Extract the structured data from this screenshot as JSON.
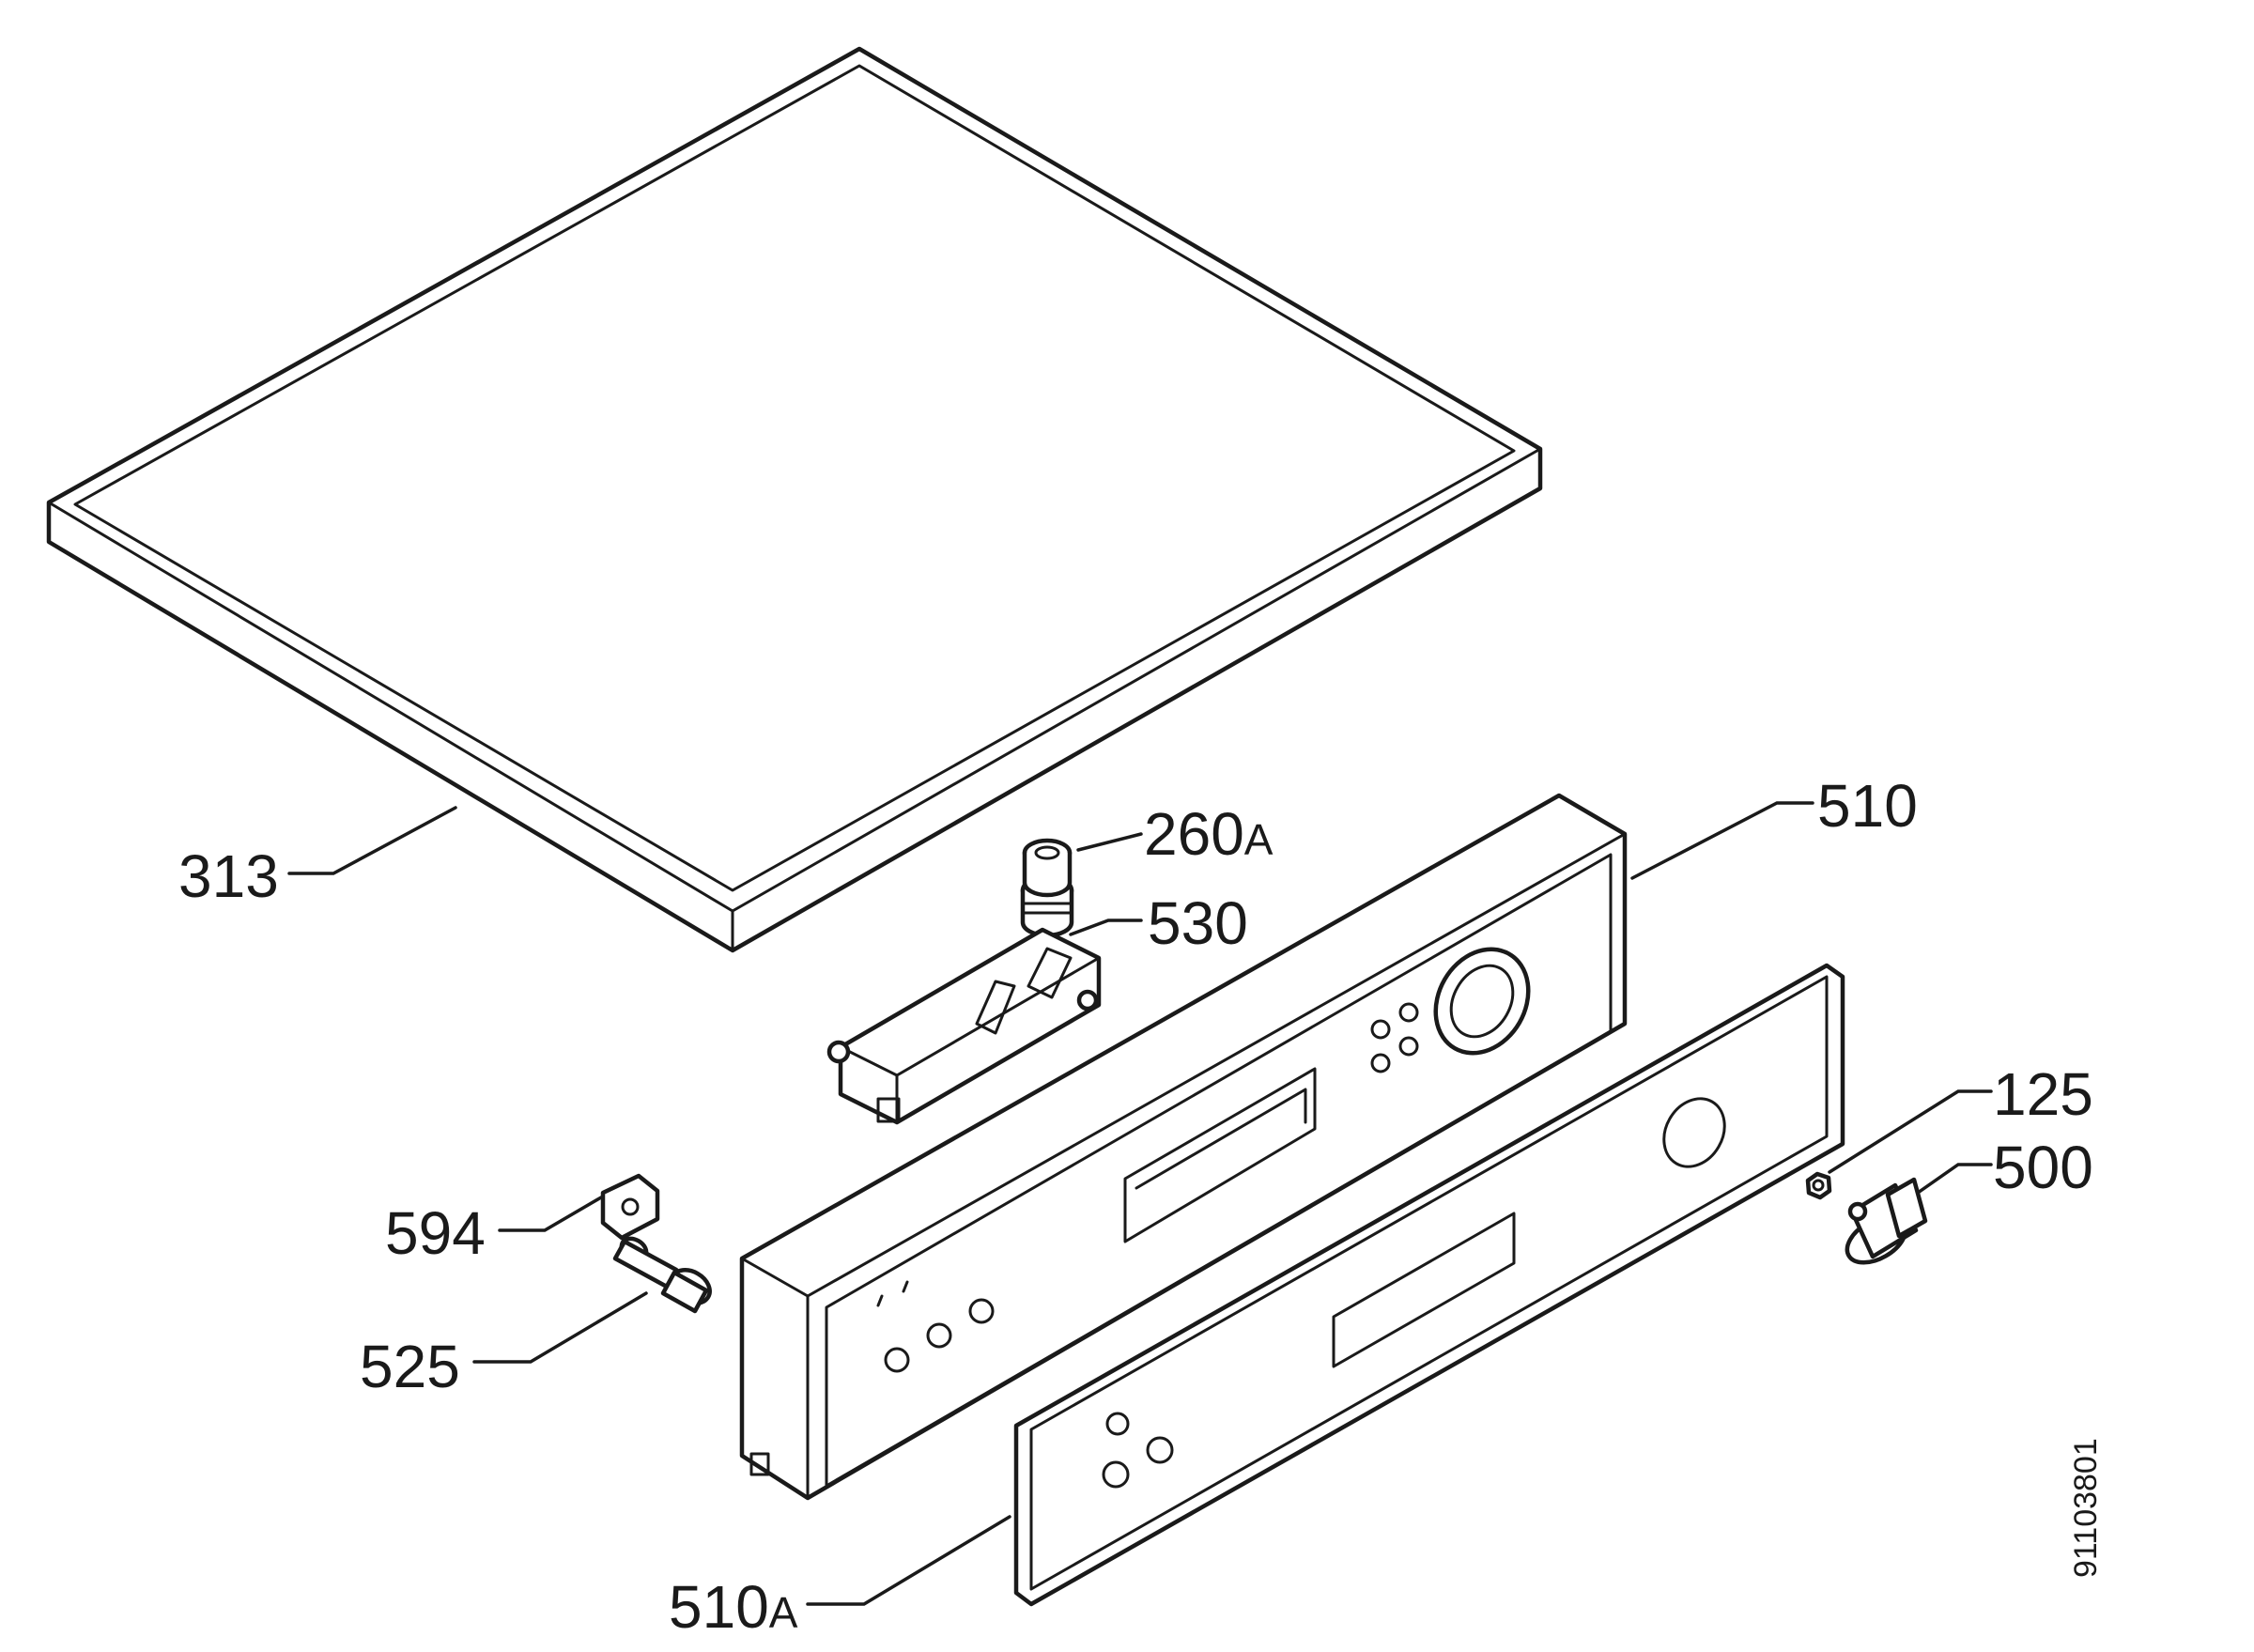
{
  "parts": {
    "p313": {
      "num": "313"
    },
    "p260": {
      "num": "260",
      "suffix": "A"
    },
    "p530": {
      "num": "530"
    },
    "p510": {
      "num": "510"
    },
    "p125": {
      "num": "125"
    },
    "p500": {
      "num": "500"
    },
    "p594": {
      "num": "594"
    },
    "p525": {
      "num": "525"
    },
    "p510a": {
      "num": "510",
      "suffix": "A"
    }
  },
  "document_id": "91103801"
}
